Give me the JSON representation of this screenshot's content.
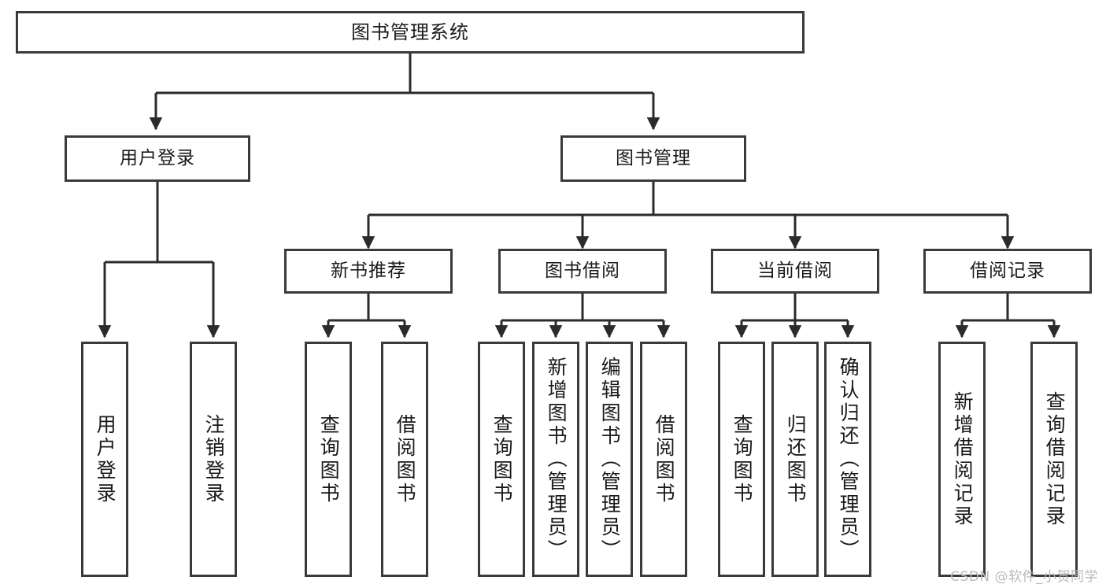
{
  "diagram": {
    "title": "图书管理系统",
    "type": "tree-hierarchy",
    "root": {
      "id": "root",
      "label": "图书管理系统",
      "orientation": "horizontal"
    },
    "level2": [
      {
        "id": "user-login",
        "label": "用户登录",
        "orientation": "horizontal"
      },
      {
        "id": "book-manage",
        "label": "图书管理",
        "orientation": "horizontal"
      }
    ],
    "level3": [
      {
        "id": "new-book-rec",
        "label": "新书推荐",
        "orientation": "horizontal"
      },
      {
        "id": "book-borrow",
        "label": "图书借阅",
        "orientation": "horizontal"
      },
      {
        "id": "current-borrow",
        "label": "当前借阅",
        "orientation": "horizontal"
      },
      {
        "id": "borrow-record",
        "label": "借阅记录",
        "orientation": "horizontal"
      }
    ],
    "leaves": {
      "user_login": [
        {
          "id": "leaf-user-login",
          "label": "用户登录"
        },
        {
          "id": "leaf-user-logout",
          "label": "注销登录"
        }
      ],
      "new_book_rec": [
        {
          "id": "leaf-query-book-1",
          "label": "查询图书"
        },
        {
          "id": "leaf-borrow-book-1",
          "label": "借阅图书"
        }
      ],
      "book_borrow": [
        {
          "id": "leaf-query-book-2",
          "label": "查询图书"
        },
        {
          "id": "leaf-add-book",
          "label": "新增图书（管理员）"
        },
        {
          "id": "leaf-edit-book",
          "label": "编辑图书（管理员）"
        },
        {
          "id": "leaf-borrow-book-2",
          "label": "借阅图书"
        }
      ],
      "current_borrow": [
        {
          "id": "leaf-query-book-3",
          "label": "查询图书"
        },
        {
          "id": "leaf-return-book",
          "label": "归还图书"
        },
        {
          "id": "leaf-confirm-return",
          "label": "确认归还（管理员）"
        }
      ],
      "borrow_record": [
        {
          "id": "leaf-add-record",
          "label": "新增借阅记录"
        },
        {
          "id": "leaf-query-record",
          "label": "查询借阅记录"
        }
      ]
    }
  },
  "watermark": "CSDN @软件_小贺同学",
  "colors": {
    "border": "#3a3a3a",
    "background": "#ffffff",
    "text": "#1a1a1a",
    "watermark": "#b9b9b9"
  }
}
